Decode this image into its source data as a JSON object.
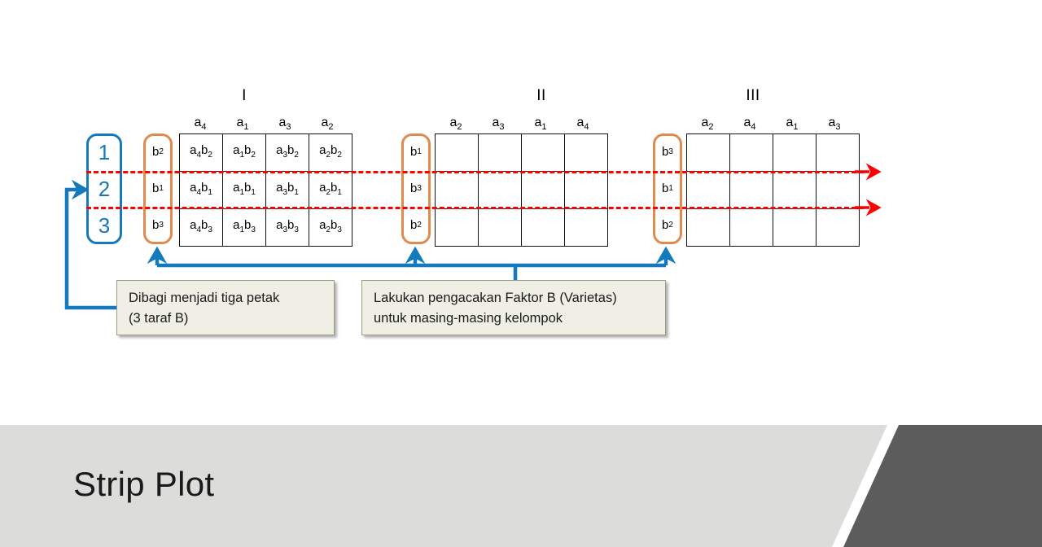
{
  "slide": {
    "title": "Strip Plot",
    "background_color": "#FFFFFF"
  },
  "palette": {
    "blue": "#1579BE",
    "orange": "#E08A4E",
    "red": "#FF0000",
    "grid_line": "#111111",
    "callout_fill": "#EFEFE6",
    "callout_border": "#9D9D80",
    "footer_light": "#DCDCDA",
    "footer_dark": "#5C5C5C"
  },
  "groups": {
    "label": "group-numbers",
    "items": [
      "1",
      "2",
      "3"
    ]
  },
  "blocks": [
    {
      "title": "I",
      "column_headers": [
        {
          "base": "a",
          "sub": "4"
        },
        {
          "base": "a",
          "sub": "1"
        },
        {
          "base": "a",
          "sub": "3"
        },
        {
          "base": "a",
          "sub": "2"
        }
      ],
      "row_labels": [
        {
          "base": "b",
          "sub": "2"
        },
        {
          "base": "b",
          "sub": "1"
        },
        {
          "base": "b",
          "sub": "3"
        }
      ],
      "cells": [
        [
          {
            "a": "a",
            "asub": "4",
            "b": "b",
            "bsub": "2"
          },
          {
            "a": "a",
            "asub": "1",
            "b": "b",
            "bsub": "2"
          },
          {
            "a": "a",
            "asub": "3",
            "b": "b",
            "bsub": "2"
          },
          {
            "a": "a",
            "asub": "2",
            "b": "b",
            "bsub": "2"
          }
        ],
        [
          {
            "a": "a",
            "asub": "4",
            "b": "b",
            "bsub": "1"
          },
          {
            "a": "a",
            "asub": "1",
            "b": "b",
            "bsub": "1"
          },
          {
            "a": "a",
            "asub": "3",
            "b": "b",
            "bsub": "1"
          },
          {
            "a": "a",
            "asub": "2",
            "b": "b",
            "bsub": "1"
          }
        ],
        [
          {
            "a": "a",
            "asub": "4",
            "b": "b",
            "bsub": "3"
          },
          {
            "a": "a",
            "asub": "1",
            "b": "b",
            "bsub": "3"
          },
          {
            "a": "a",
            "asub": "3",
            "b": "b",
            "bsub": "3"
          },
          {
            "a": "a",
            "asub": "2",
            "b": "b",
            "bsub": "3"
          }
        ]
      ]
    },
    {
      "title": "II",
      "column_headers": [
        {
          "base": "a",
          "sub": "2"
        },
        {
          "base": "a",
          "sub": "3"
        },
        {
          "base": "a",
          "sub": "1"
        },
        {
          "base": "a",
          "sub": "4"
        }
      ],
      "row_labels": [
        {
          "base": "b",
          "sub": "1"
        },
        {
          "base": "b",
          "sub": "3"
        },
        {
          "base": "b",
          "sub": "2"
        }
      ],
      "cells": [
        [
          {},
          {},
          {},
          {}
        ],
        [
          {},
          {},
          {},
          {}
        ],
        [
          {},
          {},
          {},
          {}
        ]
      ]
    },
    {
      "title": "III",
      "column_headers": [
        {
          "base": "a",
          "sub": "2"
        },
        {
          "base": "a",
          "sub": "4"
        },
        {
          "base": "a",
          "sub": "1"
        },
        {
          "base": "a",
          "sub": "3"
        }
      ],
      "row_labels": [
        {
          "base": "b",
          "sub": "3"
        },
        {
          "base": "b",
          "sub": "1"
        },
        {
          "base": "b",
          "sub": "2"
        }
      ],
      "cells": [
        [
          {},
          {},
          {},
          {}
        ],
        [
          {},
          {},
          {},
          {}
        ],
        [
          {},
          {},
          {},
          {}
        ]
      ]
    }
  ],
  "callouts": [
    {
      "id": "callout-petak",
      "line1": "Dibagi menjadi tiga petak",
      "line2": "(3 taraf B)"
    },
    {
      "id": "callout-pengacakan",
      "line1": "Lakukan pengacakan Faktor B (Varietas)",
      "line2": "untuk masing-masing kelompok"
    }
  ],
  "annotations": {
    "strip_lines_count": "2",
    "strip_line_style": "red-dashed-arrow"
  }
}
